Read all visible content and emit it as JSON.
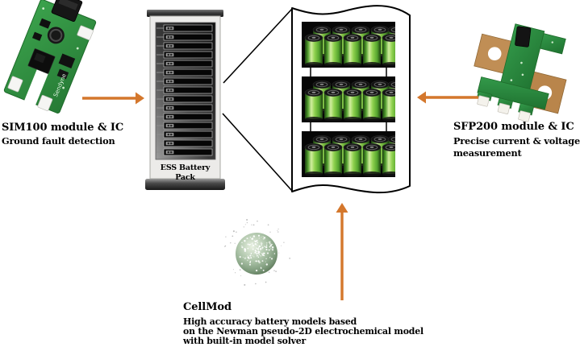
{
  "diagram": {
    "sim100": {
      "title": "SIM100 module & IC",
      "subtitle": "Ground fault detection",
      "silkscreen": "Sendyne"
    },
    "sfp200": {
      "title": "SFP200 module & IC",
      "subtitle_line1": "Precise current & voltage",
      "subtitle_line2": "measurement"
    },
    "battery_pack": {
      "label": "ESS Battery Pack"
    },
    "cellmod": {
      "title": "CellMod",
      "line1": "High accuracy battery models based",
      "line2": "on the Newman pseudo-2D electrochemical model",
      "line3": "with built-in model solver"
    },
    "colors": {
      "arrow_orange": "#D4772C",
      "pcb_green": "#2F9546",
      "busbar_copper": "#BE8B52",
      "battery_green": "#7CCB45",
      "sphere_green": "#9BB89B",
      "outline_black": "#000000"
    }
  }
}
